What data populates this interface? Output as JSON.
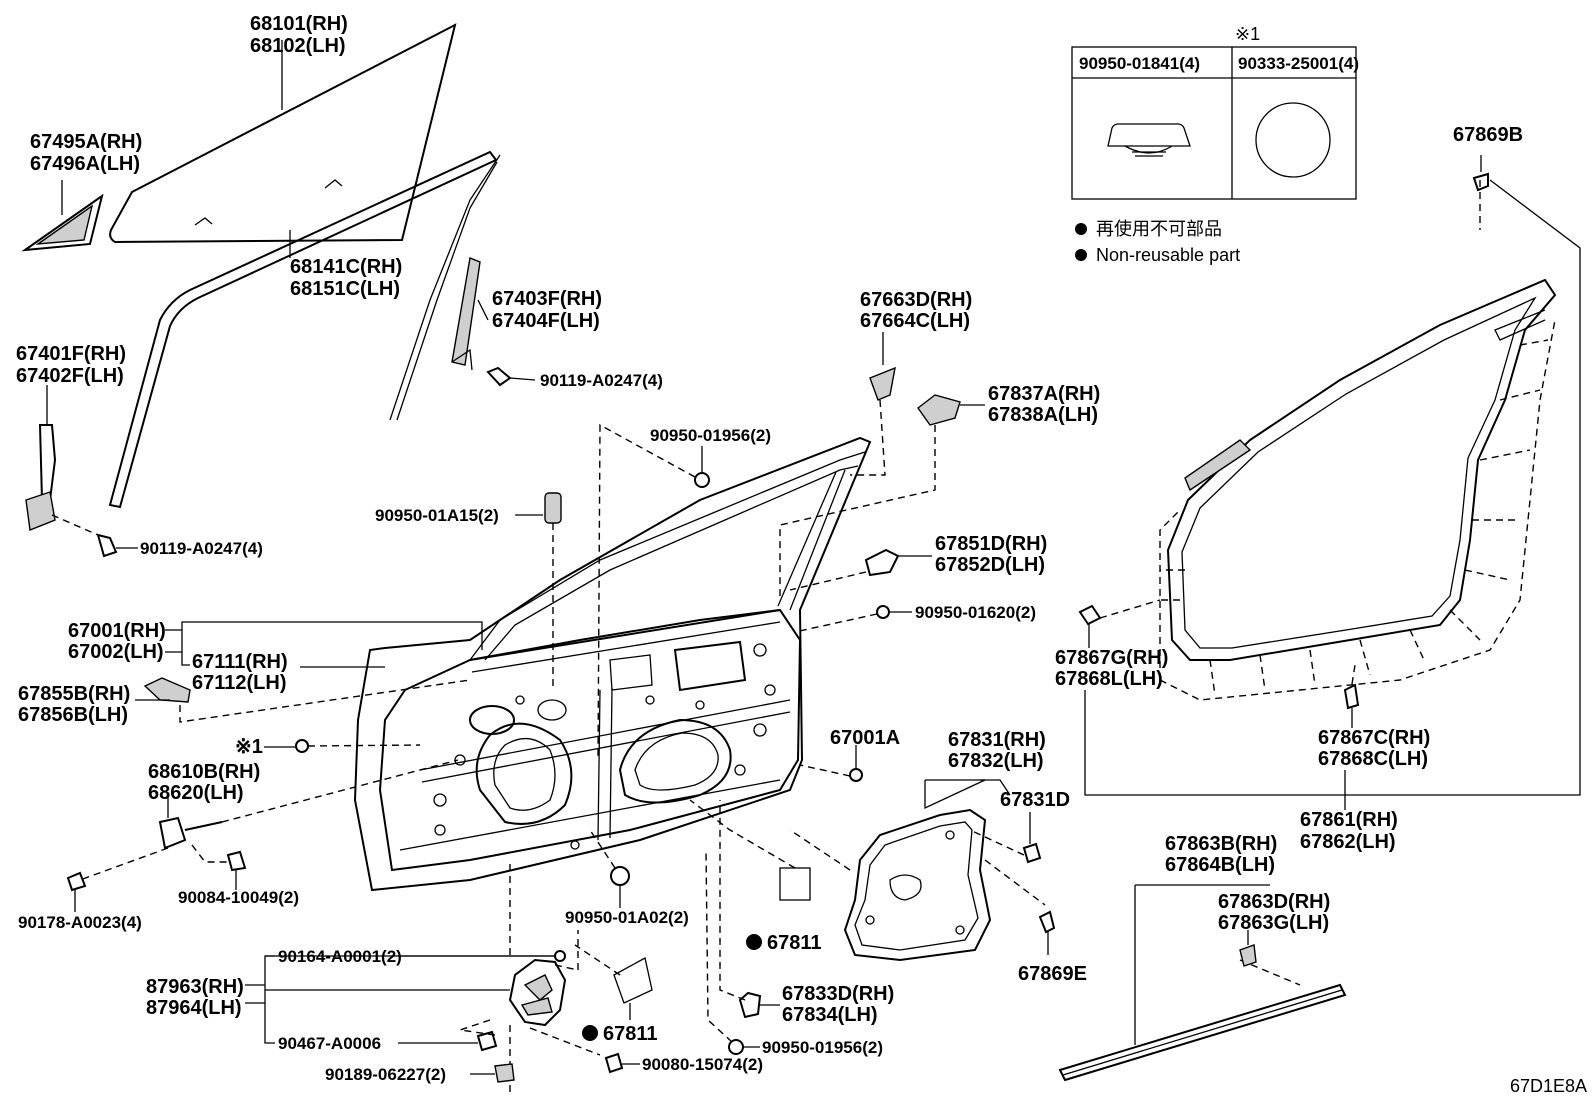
{
  "diagram_code": "67D1E8A",
  "legend": {
    "marker": "※1",
    "col1_header": "90950-01841(4)",
    "col2_header": "90333-25001(4)",
    "note_jp": "再使用不可部品",
    "note_en": "Non-reusable part"
  },
  "labels": {
    "glass_rh": "68101(RH)",
    "glass_lh": "68102(LH)",
    "corner_rh": "67495A(RH)",
    "corner_lh": "67496A(LH)",
    "run_rh": "68141C(RH)",
    "run_lh": "68151C(LH)",
    "frame_rh": "67403F(RH)",
    "frame_lh": "67404F(LH)",
    "bolt_a0247_top": "90119-A0247(4)",
    "front_frame_rh": "67401F(RH)",
    "front_frame_lh": "67402F(LH)",
    "bolt_a0247_left": "90119-A0247(4)",
    "cover_rh": "67663D(RH)",
    "cover_lh": "67664C(LH)",
    "bracket_rh": "67837A(RH)",
    "bracket_lh": "67838A(LH)",
    "clip_01956_top": "90950-01956(2)",
    "clip_01a15": "90950-01A15(2)",
    "hinge_cover_rh": "67851D(RH)",
    "hinge_cover_lh": "67852D(LH)",
    "clip_01620": "90950-01620(2)",
    "door_rh": "67001(RH)",
    "door_lh": "67002(LH)",
    "panel_rh": "67111(RH)",
    "panel_lh": "67112(LH)",
    "stop_rh": "67855B(RH)",
    "stop_lh": "67856B(LH)",
    "ref1": "※1",
    "check_rh": "68610B(RH)",
    "check_lh": "68620(LH)",
    "bolt_10049": "90084-10049(2)",
    "nut_a0023": "90178-A0023(4)",
    "plug_67001a": "67001A",
    "service_rh": "67831(RH)",
    "service_lh": "67832(LH)",
    "service_d": "67831D",
    "clip_01a02": "90950-01A02(2)",
    "seal_a": "67811",
    "seal_b": "67811",
    "clip_67869e": "67869E",
    "screw_a0001": "90164-A0001(2)",
    "lock_rh": "87963(RH)",
    "lock_lh": "87964(LH)",
    "clip_a0006": "90467-A0006",
    "clip_06227": "90189-06227(2)",
    "bolt_15074": "90080-15074(2)",
    "cover2_rh": "67833D(RH)",
    "cover2_lh": "67834(LH)",
    "clip_01956_bot": "90950-01956(2)",
    "clip_67869b": "67869B",
    "ws_clip_g_rh": "67867G(RH)",
    "ws_clip_g_lh": "67868L(LH)",
    "ws_clip_c_rh": "67867C(RH)",
    "ws_clip_c_lh": "67868C(LH)",
    "ws_rh": "67861(RH)",
    "ws_lh": "67862(LH)",
    "belt_rh": "67863B(RH)",
    "belt_lh": "67864B(LH)",
    "belt_clip_rh": "67863D(RH)",
    "belt_clip_lh": "67863G(LH)"
  }
}
